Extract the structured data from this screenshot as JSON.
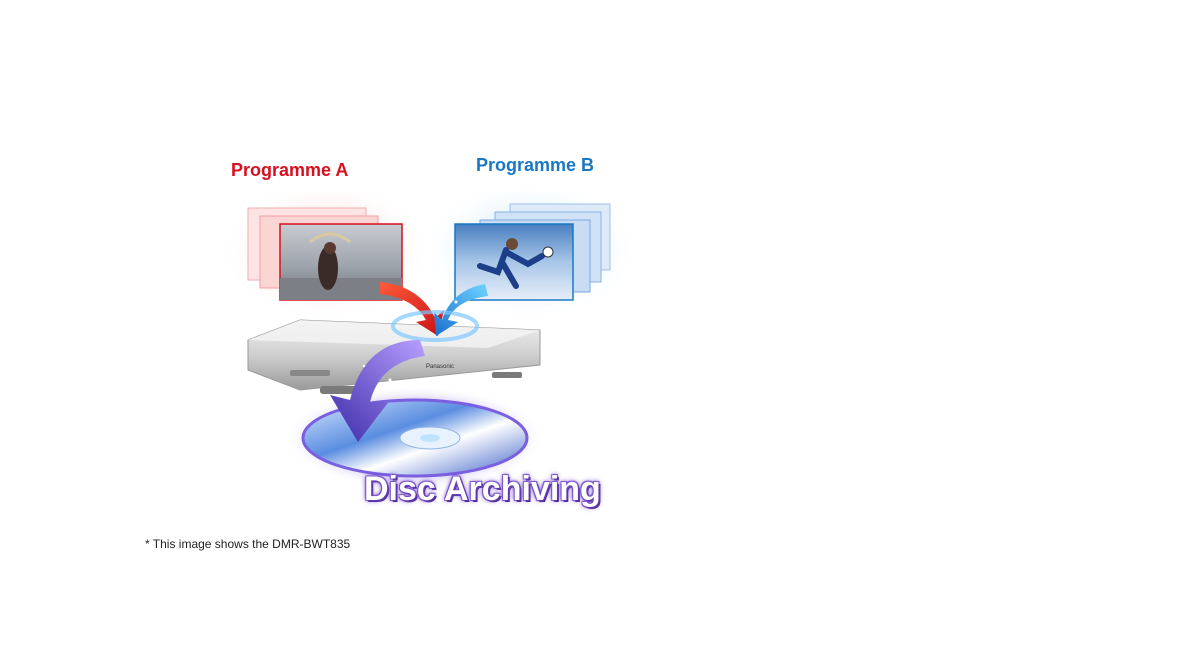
{
  "programme_a": {
    "label": "Programme A",
    "color": "#d7101f"
  },
  "programme_b": {
    "label": "Programme B",
    "color": "#1a78c2"
  },
  "recorder": {
    "brand": "Panasonic"
  },
  "disc": {
    "title": "Disc Archiving"
  },
  "footnote": "* This image shows the DMR-BWT835"
}
